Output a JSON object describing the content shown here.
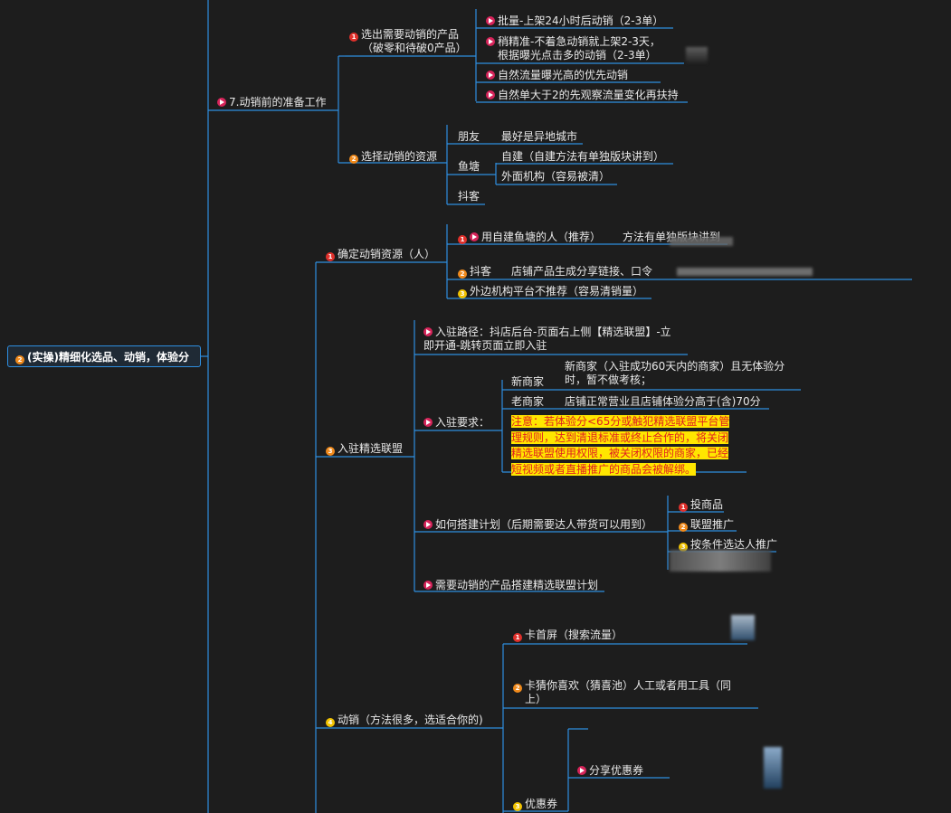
{
  "root": {
    "badge": "2",
    "label": "(实操)精细化选品、动销，体验分"
  },
  "prep": {
    "title": "7.动销前的准备工作",
    "select": {
      "badge": "1",
      "line1": "选出需要动销的产品",
      "line2": "（破零和待破0产品）",
      "items": [
        {
          "line1": "批量-上架24小时后动销（2-3单）"
        },
        {
          "line1": "稍精准-不着急动销就上架2-3天，",
          "line2": "根据曝光点击多的动销（2-3单）"
        },
        {
          "line1": "自然流量曝光高的优先动销"
        },
        {
          "line1": "自然单大于2的先观察流量变化再扶持"
        }
      ]
    },
    "resource": {
      "badge": "2",
      "label": "选择动销的资源",
      "friend": {
        "label": "朋友",
        "note": "最好是异地城市"
      },
      "pond": {
        "label": "鱼塘",
        "items": [
          "自建（自建方法有单独版块讲到）",
          "外面机构（容易被清）"
        ]
      },
      "douke": {
        "label": "抖客"
      }
    }
  },
  "determine": {
    "badge": "1",
    "label": "确定动销资源（人）",
    "items": [
      {
        "badge": "1",
        "label": "用自建鱼塘的人（推荐）",
        "note": "方法有单独版块讲到"
      },
      {
        "badge": "2",
        "label": "抖客",
        "note": "店铺产品生成分享链接、口令"
      },
      {
        "badge": "3",
        "label": "外边机构平台不推荐（容易清销量）"
      }
    ]
  },
  "alliance": {
    "badge": "3",
    "label": "入驻精选联盟",
    "path": {
      "line1": "入驻路径：抖店后台-页面右上侧【精选联盟】-立",
      "line2": "即开通-跳转页面立即入驻"
    },
    "req": {
      "label": "入驻要求：",
      "new_label": "新商家",
      "new_line1": "新商家（入驻成功60天内的商家）且无体验分",
      "new_line2": "时，暂不做考核；",
      "old_label": "老商家",
      "old_text": "店铺正常营业且店铺体验分高于(含)70分",
      "warning": [
        "注意：若体验分<65分或触犯精选联盟平台管",
        "理规则，达到清退标准或终止合作的，将关闭",
        "精选联盟使用权限，被关闭权限的商家，已经",
        "短视频或者直播推广的商品会被解绑。"
      ]
    },
    "plan": {
      "label": "如何搭建计划（后期需要达人带货可以用到）",
      "items": [
        {
          "badge": "1",
          "label": "投商品"
        },
        {
          "badge": "2",
          "label": "联盟推广"
        },
        {
          "badge": "3",
          "label": "按条件选达人推广"
        }
      ]
    },
    "need": {
      "label": "需要动销的产品搭建精选联盟计划"
    }
  },
  "move": {
    "badge": "4",
    "label": "动销（方法很多，选适合你的)",
    "first": {
      "badge": "1",
      "label": "卡首屏（搜索流量）"
    },
    "guess": {
      "badge": "2",
      "line1": "卡猜你喜欢（猜喜池）人工或者用工具（同",
      "line2": "上）"
    },
    "coupon": {
      "badge": "3",
      "label": "优惠券",
      "share": "分享优惠券"
    }
  },
  "colors": {
    "background": "#1d1d1d",
    "line": "#2e8ee0",
    "warning_bg": "#ffe600",
    "warning_text": "#e02020"
  }
}
